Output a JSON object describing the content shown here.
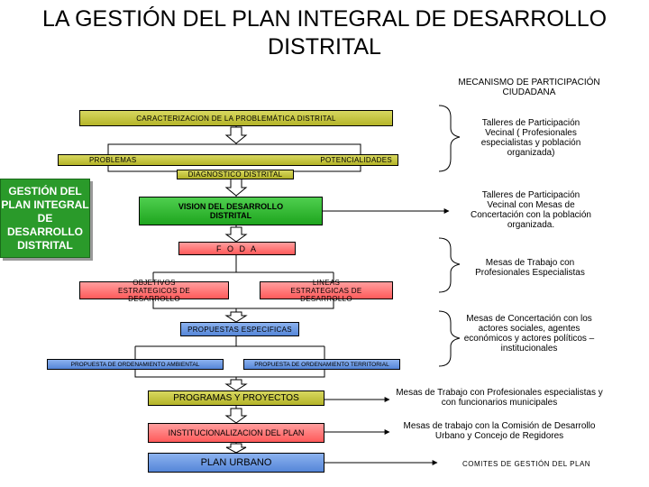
{
  "title_line1": "LA GESTIÓN DEL PLAN INTEGRAL DE DESARROLLO",
  "title_line2": "DISTRITAL",
  "side_label": "GESTIÓN DEL PLAN INTEGRAL DE DESARROLLO DISTRITAL",
  "flow": {
    "caracterizacion": "CARACTERIZACION DE LA PROBLEMÁTICA DISTRITAL",
    "problemas": "PROBLEMAS",
    "potencialidades": "POTENCIALIDADES",
    "diagnostico": "DIAGNOSTICO DISTRITAL",
    "vision": "VISION DEL DESARROLLO DISTRITAL",
    "foda": "F O D A",
    "objetivos": "OBJETIVOS ESTRATEGICOS DE DESARROLLO",
    "lineas": "LINEAS ESTRATEGICAS DE DESARROLLO",
    "propuestas": "PROPUESTAS ESPECIFICAS",
    "ord_ambiental": "PROPUESTA DE ORDENAMIENTO AMBIENTAL",
    "ord_territorial": "PROPUESTA DE ORDENAMIENTO TERRITORIAL",
    "programas": "PROGRAMAS Y PROYECTOS",
    "institucionalizacion": "INSTITUCIONALIZACION DEL PLAN",
    "plan_urbano": "PLAN URBANO"
  },
  "participation": {
    "heading": "MECANISMO DE PARTICIPACIÓN CIUDADANA",
    "items": [
      "Talleres de Participación Vecinal ( Profesionales especialistas y población organizada)",
      "Talleres de Participación Vecinal con Mesas de Concertación con la población organizada.",
      "Mesas de Trabajo con Profesionales Especialistas",
      "Mesas de Concertación con los actores sociales, agentes económicos y actores políticos – institucionales",
      "Mesas de Trabajo con Profesionales especialistas y con funcionarios municipales",
      "Mesas de trabajo con la Comisión de Desarrollo Urbano y Concejo de Regidores",
      "COMITES DE GESTIÓN DEL PLAN"
    ]
  },
  "colors": {
    "olive": "#c8c83c",
    "green": "#2aaa2a",
    "red": "#ff7070",
    "blue": "#6b96e0",
    "side": "#2a9a2a"
  }
}
